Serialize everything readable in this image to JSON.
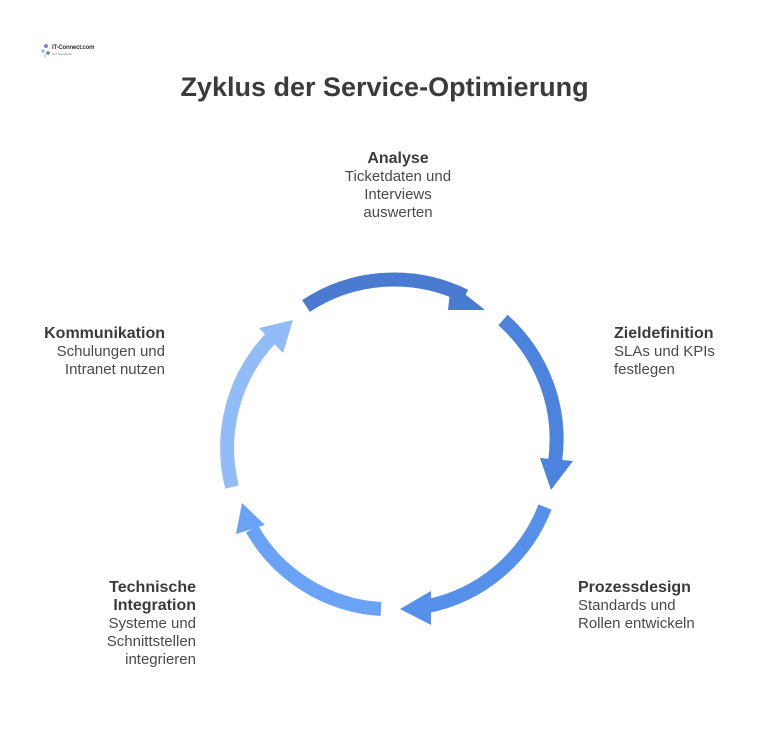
{
  "logo": {
    "text": "IT-Connect.com",
    "subtext": "Ihr IT Dienstleister"
  },
  "title": "Zyklus der Service-Optimierung",
  "stages": [
    {
      "head": "Analyse",
      "desc1": "Ticketdaten und",
      "desc2": "Interviews",
      "desc3": "auswerten"
    },
    {
      "head": "Zieldefinition",
      "desc1": "SLAs und KPIs",
      "desc2": "festlegen"
    },
    {
      "head": "Prozessdesign",
      "desc1": "Standards und",
      "desc2": "Rollen entwickeln"
    },
    {
      "head1": "Technische",
      "head2": "Integration",
      "desc1": "Systeme und",
      "desc2": "Schnittstellen",
      "desc3": "integrieren"
    },
    {
      "head": "Kommunikation",
      "desc1": "Schulungen und",
      "desc2": "Intranet nutzen"
    }
  ],
  "colors": {
    "analyse_arrow": "#4a7bd0",
    "zieldefinition_arrow": "#4c83dc",
    "prozessdesign_arrow": "#5591ea",
    "integration_arrow": "#6aa3f5",
    "kommunikation_arrow": "#92bcf8"
  }
}
